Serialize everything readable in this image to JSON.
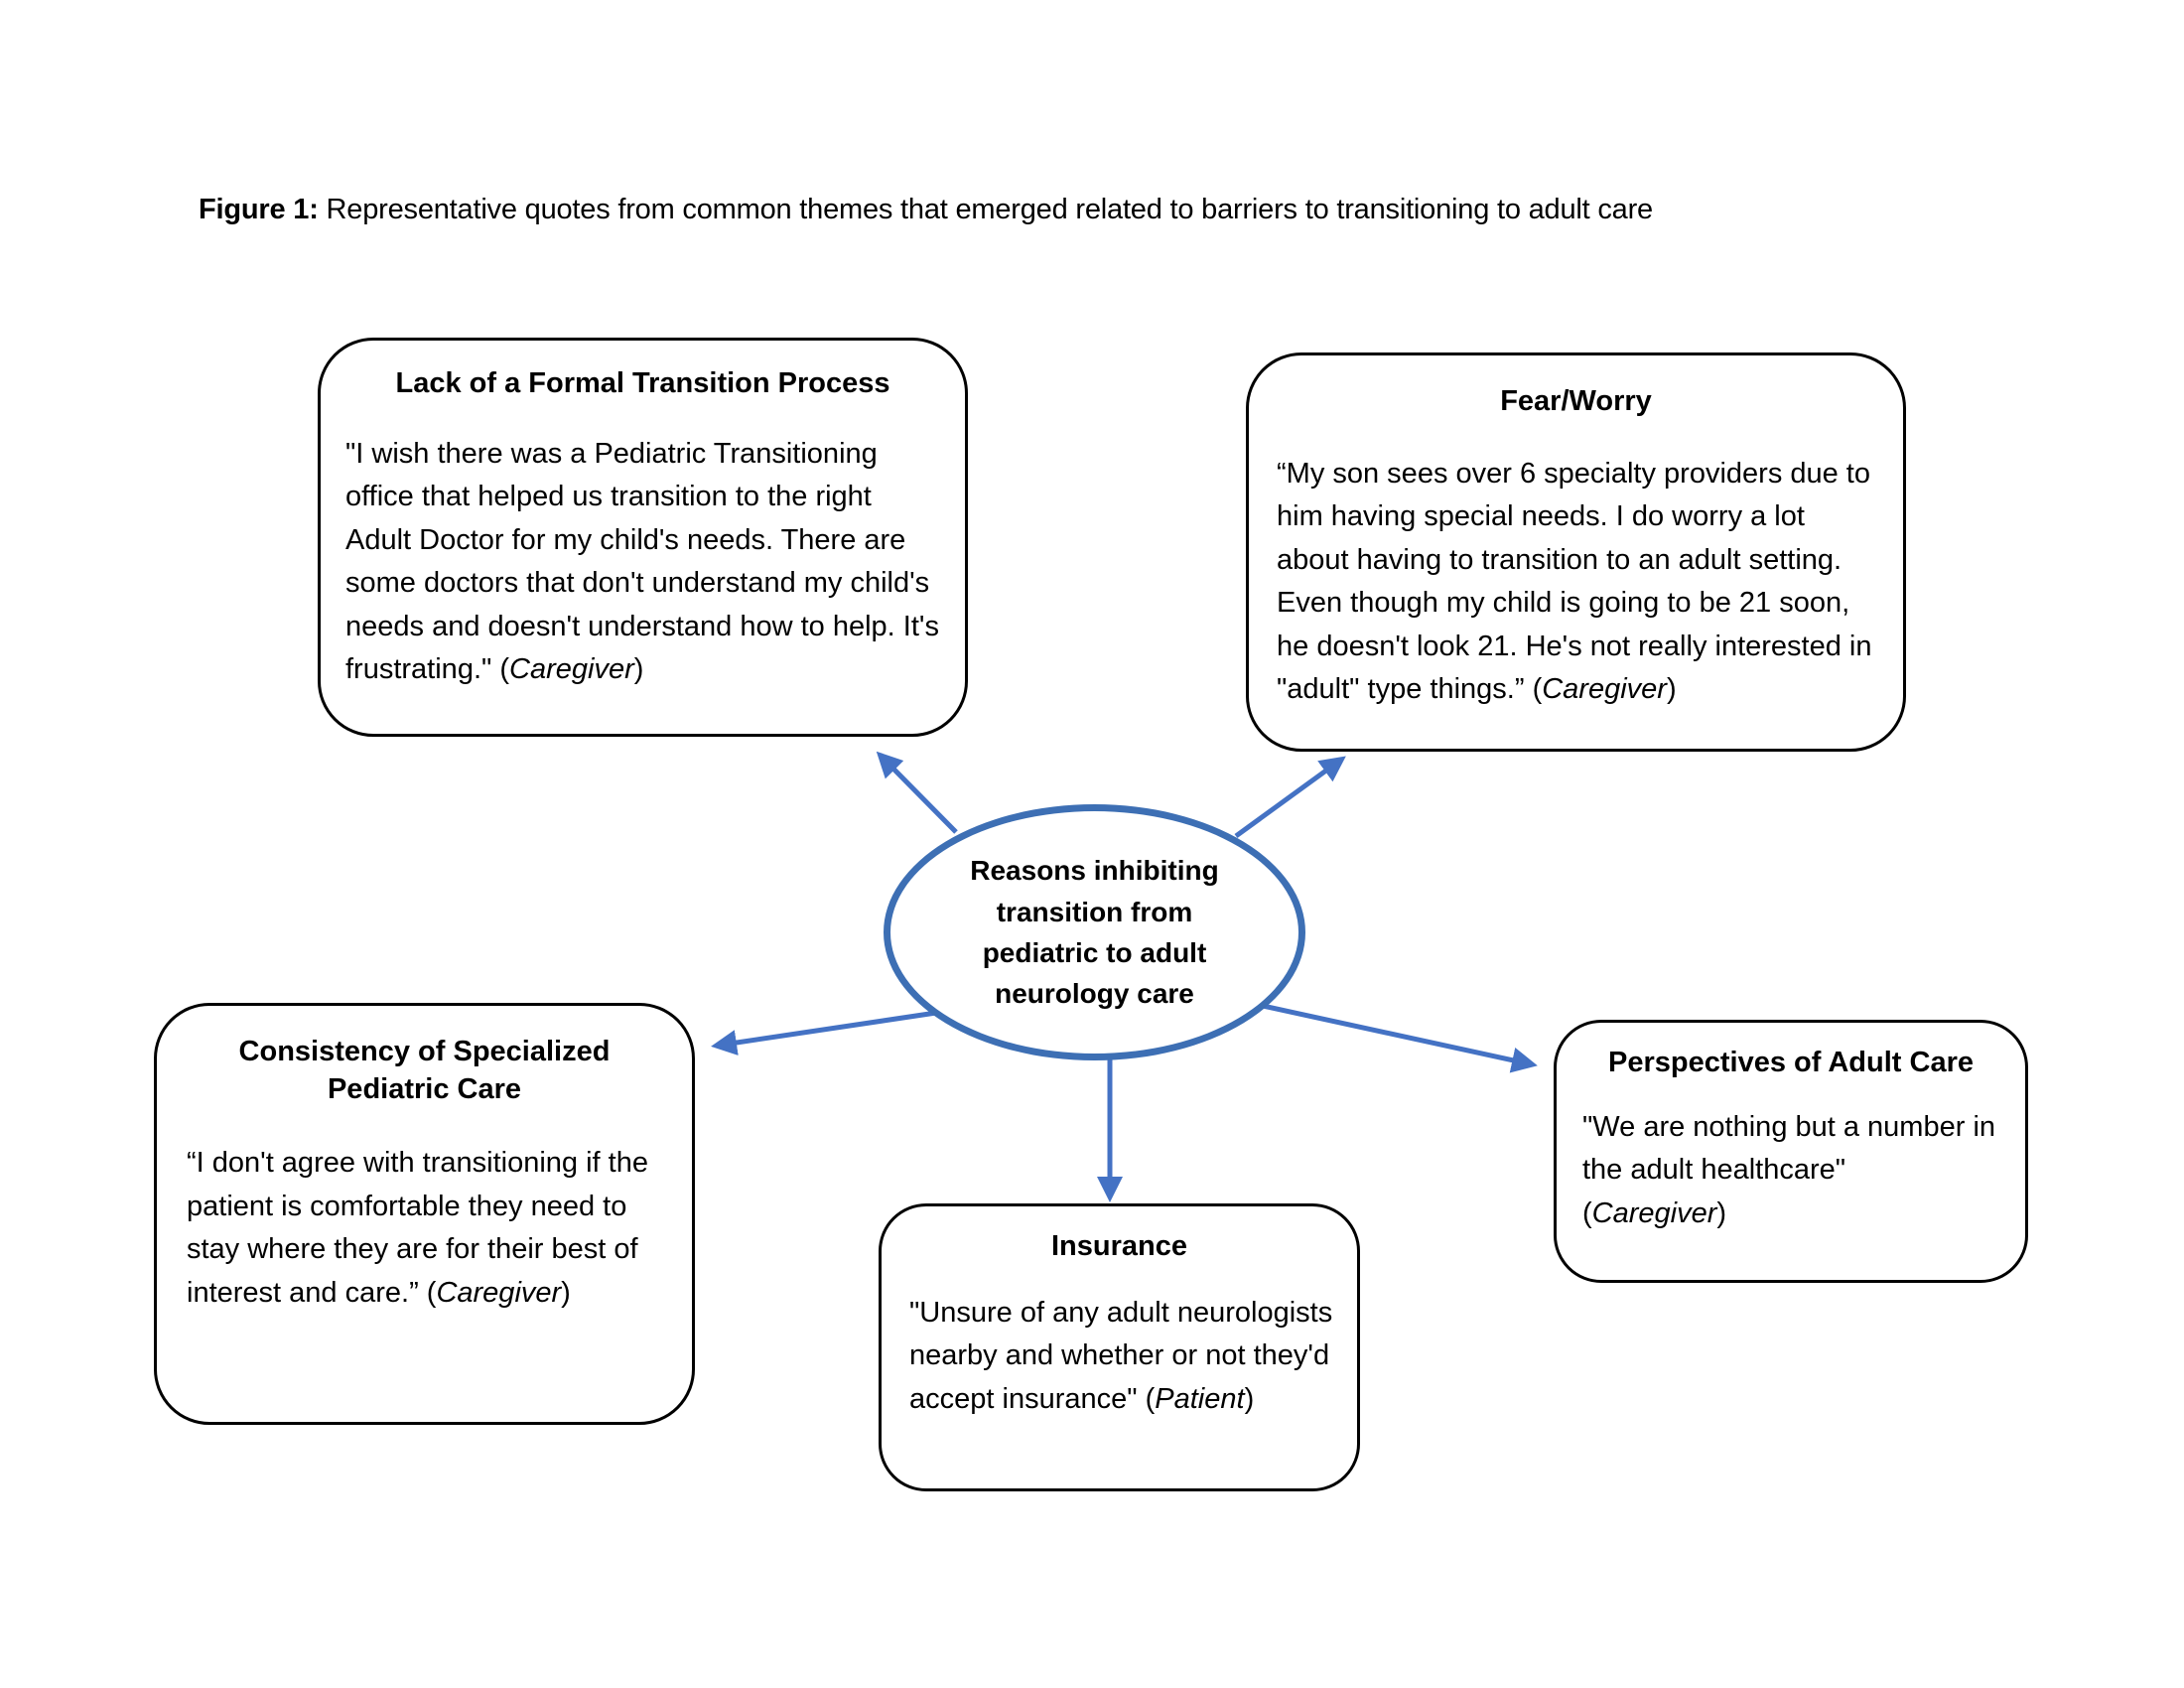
{
  "figure": {
    "label": "Figure 1:",
    "caption": "Representative quotes from common themes that emerged related to barriers to transitioning to adult care"
  },
  "colors": {
    "accent_blue": "#3D6FB4",
    "connector_blue": "#4472C4",
    "box_border": "#000000",
    "background": "#FFFFFF"
  },
  "center": {
    "text": "Reasons inhibiting transition from pediatric to adult neurology care"
  },
  "nodes": [
    {
      "id": "transition-process",
      "title": "Lack of a Formal Transition Process",
      "quote": "\"I wish there was a Pediatric Transitioning office that helped us transition to the right Adult Doctor for my child's needs. There are some doctors that don't understand my child's needs and doesn't understand how to help. It's frustrating.\"",
      "attribution": "Caregiver"
    },
    {
      "id": "fear-worry",
      "title": "Fear/Worry",
      "quote": "“My son sees over 6 specialty providers due to him having special needs. I do worry a lot about having to transition to an adult setting. Even though my child is going to be 21 soon, he doesn't look 21. He's not really interested in \"adult\" type things.”",
      "attribution": "Caregiver"
    },
    {
      "id": "consistency-pediatric",
      "title": "Consistency of Specialized Pediatric Care",
      "quote": "“I don't agree with transitioning if the patient is comfortable they need to stay where they are for their best of interest and care.”",
      "attribution": "Caregiver"
    },
    {
      "id": "insurance",
      "title": "Insurance",
      "quote": "\"Unsure of any adult neurologists nearby and whether or not they'd accept insurance\"",
      "attribution": "Patient"
    },
    {
      "id": "perspectives-adult",
      "title": "Perspectives of Adult Care",
      "quote": "\"We are nothing but a number in the adult healthcare\"",
      "attribution": "Caregiver"
    }
  ],
  "connectors": [
    {
      "from": "center",
      "to": "transition-process",
      "direction": "up-left"
    },
    {
      "from": "center",
      "to": "fear-worry",
      "direction": "up-right"
    },
    {
      "from": "center",
      "to": "consistency-pediatric",
      "direction": "down-left"
    },
    {
      "from": "center",
      "to": "insurance",
      "direction": "down"
    },
    {
      "from": "center",
      "to": "perspectives-adult",
      "direction": "down-right"
    }
  ]
}
